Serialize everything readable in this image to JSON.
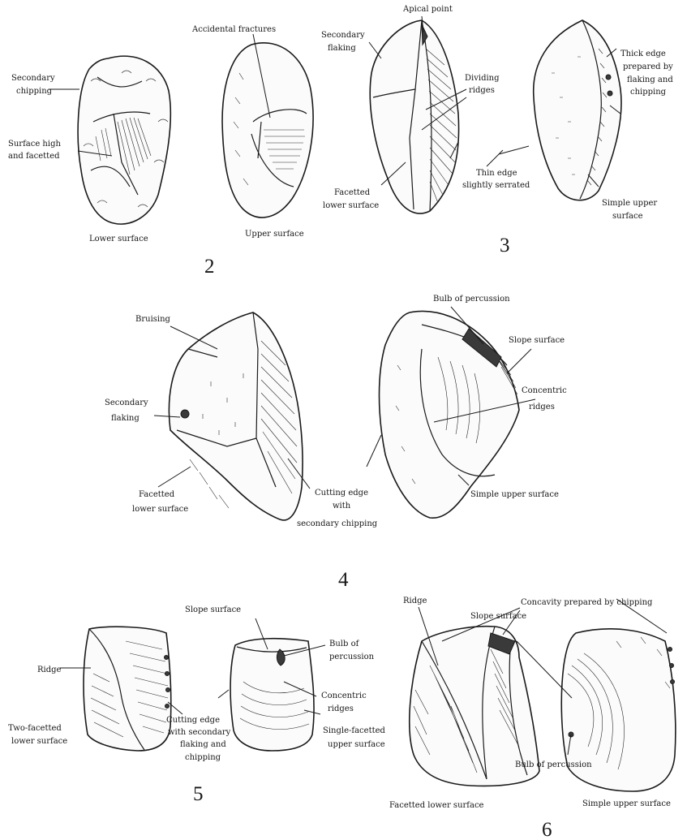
{
  "figures": {
    "fig2": {
      "number": "2",
      "left_caption": "Lower surface",
      "right_caption": "Upper surface",
      "labels": {
        "secondary_chipping_1": "Secondary",
        "secondary_chipping_2": "chipping",
        "surface_high_1": "Surface high",
        "surface_high_2": "and facetted",
        "accidental_fractures": "Accidental fractures"
      }
    },
    "fig3": {
      "number": "3",
      "labels": {
        "apical_point": "Apical point",
        "secondary_flaking_1": "Secondary",
        "secondary_flaking_2": "flaking",
        "dividing_ridges_1": "Dividing",
        "dividing_ridges_2": "ridges",
        "facetted_lower_1": "Facetted",
        "facetted_lower_2": "lower surface",
        "thin_edge_1": "Thin edge",
        "thin_edge_2": "slightly serrated",
        "thick_edge_1": "Thick edge",
        "thick_edge_2": "prepared by",
        "thick_edge_3": "flaking and",
        "thick_edge_4": "chipping",
        "simple_upper_1": "Simple upper",
        "simple_upper_2": "surface"
      }
    },
    "fig4": {
      "number": "4",
      "labels": {
        "bruising": "Bruising",
        "secondary_flaking_1": "Secondary",
        "secondary_flaking_2": "flaking",
        "facetted_lower_1": "Facetted",
        "facetted_lower_2": "lower surface",
        "cutting_edge_1": "Cutting edge",
        "cutting_edge_2": "with",
        "cutting_edge_3": "secondary chipping",
        "bulb_of_percussion": "Bulb of percussion",
        "slope_surface": "Slope surface",
        "concentric_1": "Concentric",
        "concentric_2": "ridges",
        "simple_upper": "Simple upper surface"
      }
    },
    "fig5": {
      "number": "5",
      "labels": {
        "ridge": "Ridge",
        "two_facetted_1": "Two-facetted",
        "two_facetted_2": "lower surface",
        "cutting_edge_1": "Cutting edge",
        "cutting_edge_2": "with secondary",
        "cutting_edge_3": "flaking and",
        "cutting_edge_4": "chipping",
        "slope_surface": "Slope surface",
        "bulb_1": "Bulb of",
        "bulb_2": "percussion",
        "concentric_1": "Concentric",
        "concentric_2": "ridges",
        "single_facetted_1": "Single-facetted",
        "single_facetted_2": "upper surface"
      }
    },
    "fig6": {
      "number": "6",
      "left_caption": "Facetted lower surface",
      "right_caption": "Simple upper surface",
      "labels": {
        "ridge": "Ridge",
        "slope_surface": "Slope surface",
        "concavity": "Concavity prepared by chipping",
        "bulb_of_percussion": "Bulb of percussion"
      }
    }
  }
}
